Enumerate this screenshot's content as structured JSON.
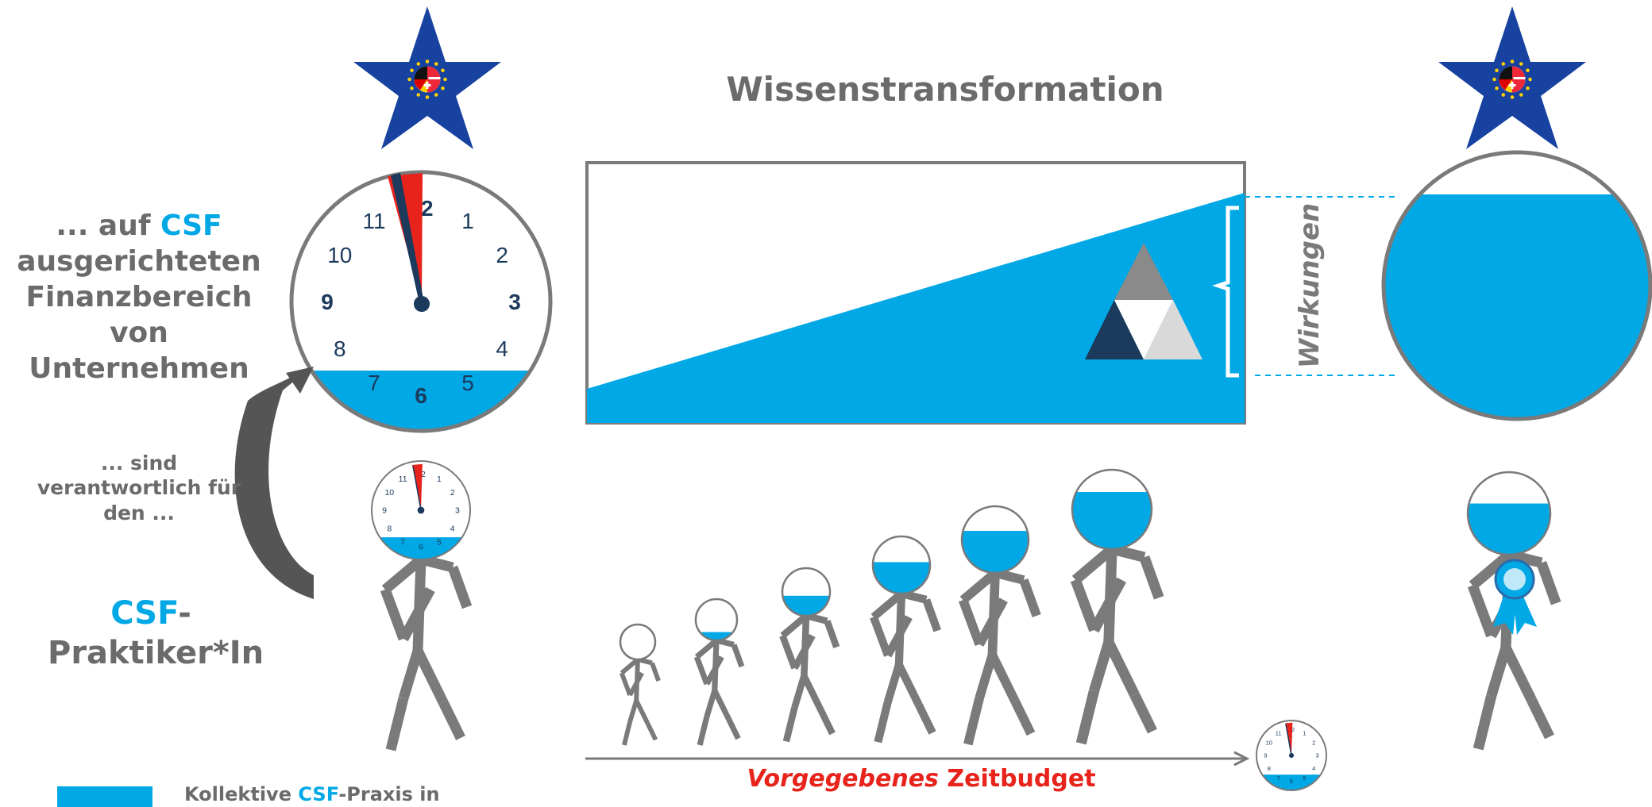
{
  "header": {
    "title": "Wissenstransformation"
  },
  "left_label": {
    "line1_pre": "... auf ",
    "csf": "CSF",
    "line2": "ausgerichteten",
    "line3": "Finanzbereich von",
    "line4": "Unternehmen"
  },
  "responsibility_label": {
    "line1": "... sind",
    "line2": "verantwortlich für",
    "line3": "den ..."
  },
  "practitioner_label": {
    "csf": "CSF",
    "dash": "-",
    "line2": "Praktiker*In"
  },
  "effects_label": "Wirkungen",
  "time_axis": {
    "prefix": "Vorgegebenes",
    "label": "Zeitbudget"
  },
  "legend": {
    "pre": "Kollektive ",
    "csf": "CSF",
    "post": "-Praxis in"
  },
  "clock": {
    "numbers": [
      "12",
      "1",
      "2",
      "3",
      "4",
      "5",
      "6",
      "7",
      "8",
      "9",
      "10",
      "11"
    ]
  },
  "colors": {
    "accent": "#00a8e6",
    "figure": "#7a7a7a",
    "hand_red": "#e8231b",
    "navy": "#1b3a5c",
    "star": "#1742a0",
    "text": "#6b6b6b"
  },
  "figures": {
    "knowledge_fill_levels": [
      0.0,
      0.2,
      0.42,
      0.55,
      0.63,
      0.72
    ]
  }
}
